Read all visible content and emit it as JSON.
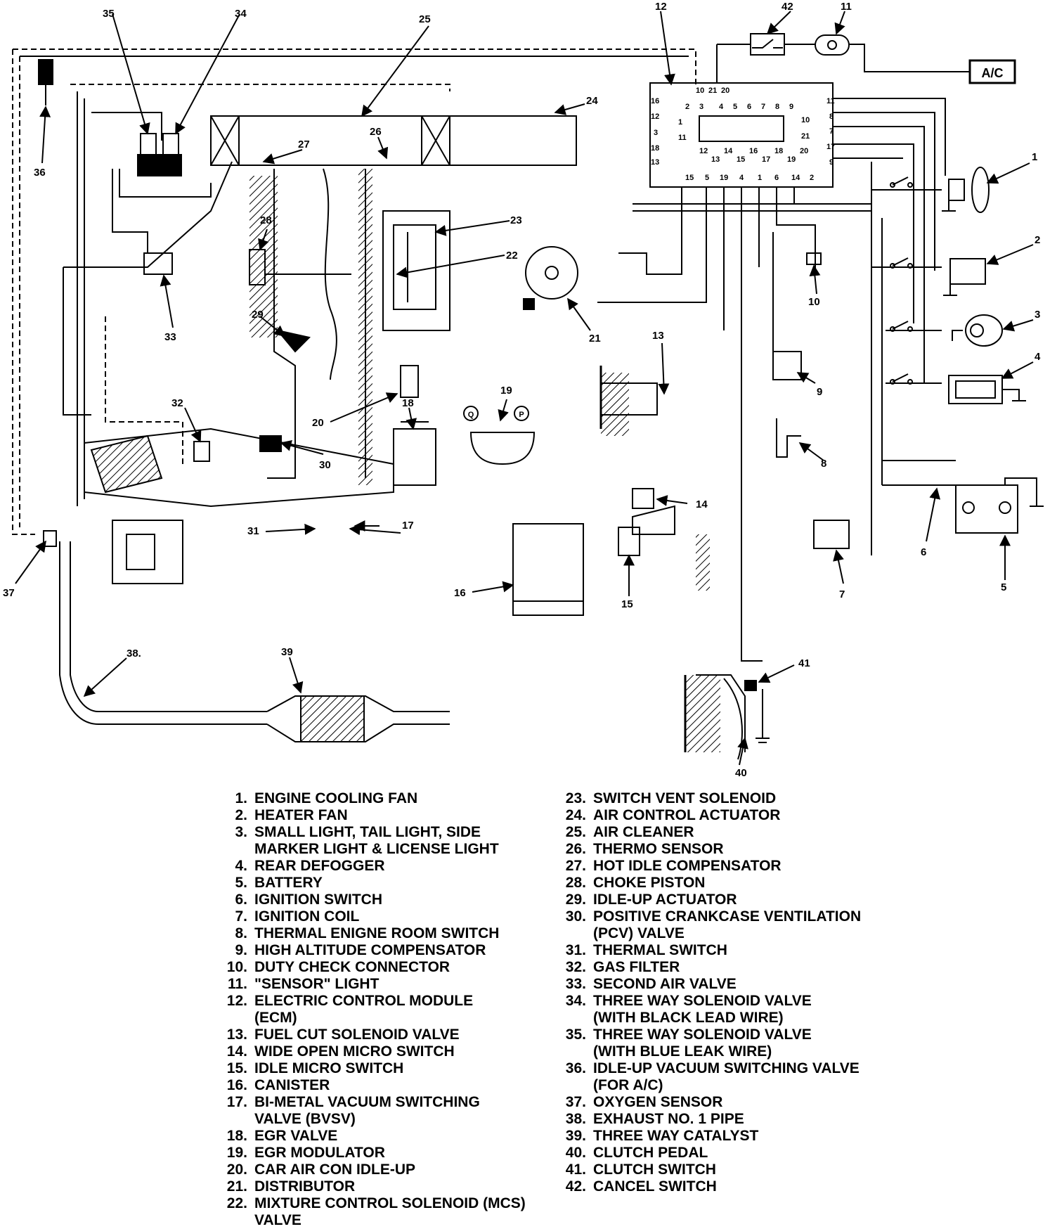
{
  "diagram": {
    "ac_label": "A/C",
    "callouts": {
      "c1": "1",
      "c2": "2",
      "c3": "3",
      "c4": "4",
      "c5": "5",
      "c6": "6",
      "c7": "7",
      "c8": "8",
      "c9": "9",
      "c10": "10",
      "c11": "11",
      "c12": "12",
      "c13": "13",
      "c14": "14",
      "c15": "15",
      "c16": "16",
      "c17": "17",
      "c18": "18",
      "c19": "19",
      "c20": "20",
      "c21": "21",
      "c22": "22",
      "c23": "23",
      "c24": "24",
      "c25": "25",
      "c26": "26",
      "c27": "27",
      "c28": "28",
      "c29": "29",
      "c30": "30",
      "c31": "31",
      "c32": "32",
      "c33": "33",
      "c34": "34",
      "c35": "35",
      "c36": "36",
      "c37": "37",
      "c38": "38.",
      "c39": "39",
      "c40": "40",
      "c41": "41",
      "c42": "42"
    },
    "ecm_pins": {
      "top": [
        "10",
        "21",
        "20"
      ],
      "row1": [
        "2",
        "3",
        "4",
        "5",
        "6",
        "7",
        "8",
        "9"
      ],
      "left": [
        "16",
        "12",
        "3",
        "18",
        "13"
      ],
      "right": [
        "11",
        "8",
        "7",
        "17",
        "9"
      ],
      "inner_left": [
        "1",
        "11"
      ],
      "inner_right": [
        "10",
        "21"
      ],
      "inner_bottom": [
        "12",
        "13",
        "14",
        "15",
        "16",
        "17",
        "18",
        "19",
        "20"
      ],
      "bottom": [
        "15",
        "5",
        "19",
        "4",
        "1",
        "6",
        "14",
        "2"
      ]
    },
    "egr_mod_ports": {
      "q": "Q",
      "p": "P"
    }
  },
  "legend": {
    "left": [
      {
        "num": "1.",
        "text": "ENGINE COOLING FAN"
      },
      {
        "num": "2.",
        "text": "HEATER FAN"
      },
      {
        "num": "3.",
        "text": "SMALL LIGHT, TAIL LIGHT, SIDE\nMARKER LIGHT & LICENSE LIGHT"
      },
      {
        "num": "4.",
        "text": "REAR DEFOGGER"
      },
      {
        "num": "5.",
        "text": "BATTERY"
      },
      {
        "num": "6.",
        "text": "IGNITION SWITCH"
      },
      {
        "num": "7.",
        "text": "IGNITION COIL"
      },
      {
        "num": "8.",
        "text": "THERMAL ENIGNE ROOM SWITCH"
      },
      {
        "num": "9.",
        "text": "HIGH ALTITUDE COMPENSATOR"
      },
      {
        "num": "10.",
        "text": "DUTY CHECK CONNECTOR"
      },
      {
        "num": "11.",
        "text": "\"SENSOR\" LIGHT"
      },
      {
        "num": "12.",
        "text": "ELECTRIC CONTROL MODULE\n(ECM)"
      },
      {
        "num": "13.",
        "text": "FUEL CUT SOLENOID VALVE"
      },
      {
        "num": "14.",
        "text": "WIDE OPEN MICRO SWITCH"
      },
      {
        "num": "15.",
        "text": "IDLE MICRO SWITCH"
      },
      {
        "num": "16.",
        "text": "CANISTER"
      },
      {
        "num": "17.",
        "text": "BI-METAL VACUUM SWITCHING\nVALVE (BVSV)"
      },
      {
        "num": "18.",
        "text": "EGR VALVE"
      },
      {
        "num": "19.",
        "text": "EGR MODULATOR"
      },
      {
        "num": "20.",
        "text": "CAR AIR CON IDLE-UP"
      },
      {
        "num": "21.",
        "text": "DISTRIBUTOR"
      },
      {
        "num": "22.",
        "text": "MIXTURE CONTROL SOLENOID (MCS)\nVALVE"
      }
    ],
    "right": [
      {
        "num": "23.",
        "text": "SWITCH VENT SOLENOID"
      },
      {
        "num": "24.",
        "text": "AIR CONTROL ACTUATOR"
      },
      {
        "num": "25.",
        "text": "AIR CLEANER"
      },
      {
        "num": "26.",
        "text": "THERMO SENSOR"
      },
      {
        "num": "27.",
        "text": "HOT IDLE COMPENSATOR"
      },
      {
        "num": "28.",
        "text": "CHOKE PISTON"
      },
      {
        "num": "29.",
        "text": "IDLE-UP ACTUATOR"
      },
      {
        "num": "30.",
        "text": "POSITIVE CRANKCASE VENTILATION\n(PCV) VALVE"
      },
      {
        "num": "31.",
        "text": "THERMAL SWITCH"
      },
      {
        "num": "32.",
        "text": "GAS FILTER"
      },
      {
        "num": "33.",
        "text": "SECOND AIR VALVE"
      },
      {
        "num": "34.",
        "text": "THREE WAY SOLENOID VALVE\n(WITH BLACK LEAD WIRE)"
      },
      {
        "num": "35.",
        "text": "THREE WAY SOLENOID VALVE\n(WITH BLUE LEAK WIRE)"
      },
      {
        "num": "36.",
        "text": "IDLE-UP VACUUM SWITCHING VALVE\n(FOR A/C)"
      },
      {
        "num": "37.",
        "text": "OXYGEN SENSOR"
      },
      {
        "num": "38.",
        "text": "EXHAUST NO. 1 PIPE"
      },
      {
        "num": "39.",
        "text": "THREE WAY CATALYST"
      },
      {
        "num": "40.",
        "text": "CLUTCH PEDAL"
      },
      {
        "num": "41.",
        "text": "CLUTCH SWITCH"
      },
      {
        "num": "42.",
        "text": "CANCEL SWITCH"
      }
    ]
  }
}
